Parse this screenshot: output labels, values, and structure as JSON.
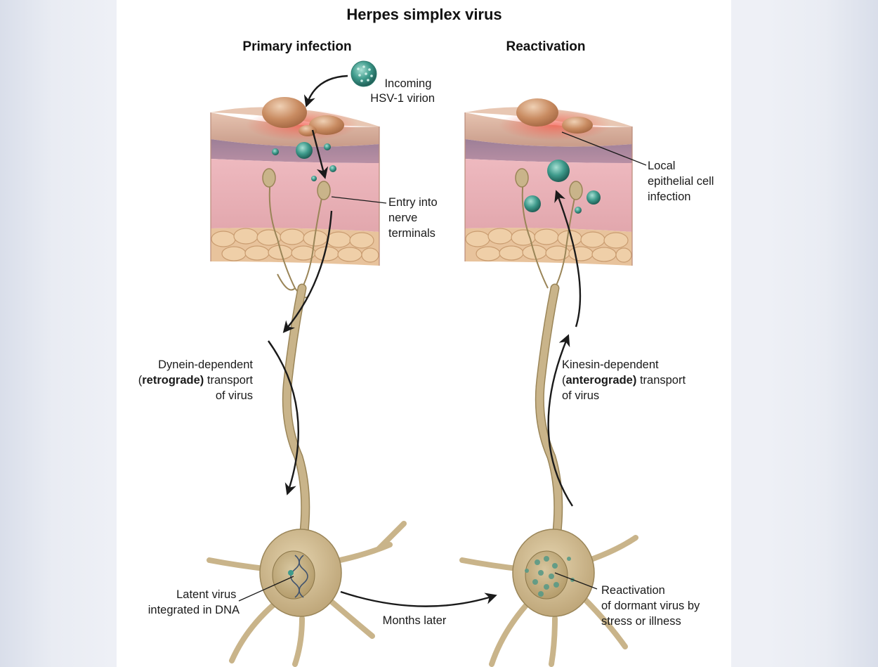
{
  "title": "Herpes simplex virus",
  "left_panel": {
    "heading": "Primary infection",
    "incoming_line1": "Incoming",
    "incoming_line2": "HSV-1 virion",
    "entry_line1": "Entry into",
    "entry_line2": "nerve",
    "entry_line3": "terminals",
    "transport_line1": "Dynein-dependent",
    "transport_open_paren": "(",
    "transport_bold": "retrograde)",
    "transport_rest": " transport",
    "transport_line3": "of virus",
    "latent_line1": "Latent virus",
    "latent_line2": "integrated in DNA"
  },
  "right_panel": {
    "heading": "Reactivation",
    "local_line1": "Local",
    "local_line2": "epithelial cell",
    "local_line3": "infection",
    "transport_line1": "Kinesin-dependent",
    "transport_open_paren": "(",
    "transport_bold": "anterograde)",
    "transport_rest": " transport",
    "transport_line3": "of virus",
    "reactivation_line1": "Reactivation",
    "reactivation_line2": "of dormant virus by",
    "reactivation_line3": "stress or illness"
  },
  "months_later": "Months later",
  "colors": {
    "neuron": "#c9b48a",
    "neuron_outline": "#9a8558",
    "virion": "#3f9b8c",
    "skin_top": "#d9b3a2",
    "dermis": "#e7b3b6",
    "fat": "#e8c39c",
    "arrow": "#1a1a1a"
  }
}
